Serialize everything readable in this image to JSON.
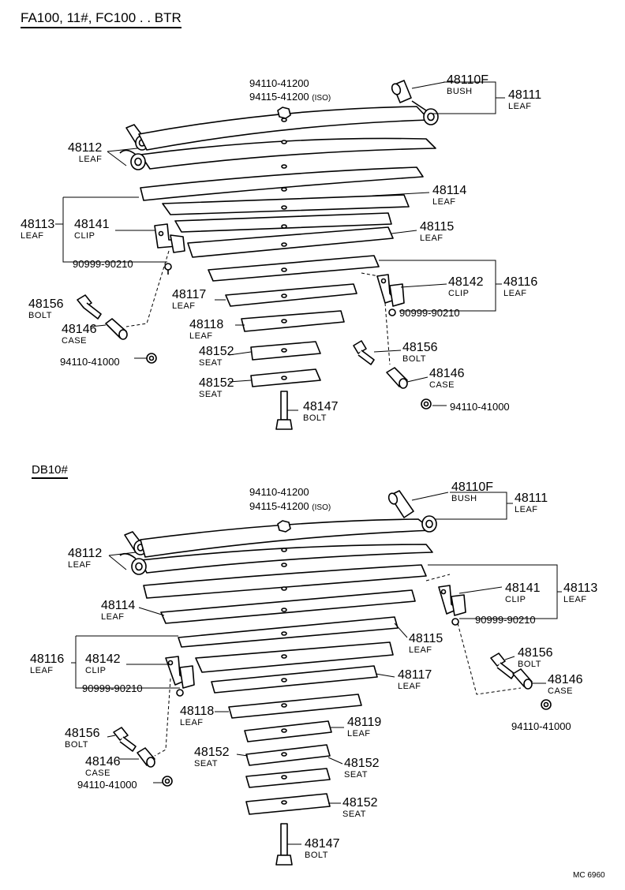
{
  "sections": [
    {
      "title": "FA100, 11#, FC100 . . BTR"
    },
    {
      "title": "DB10#"
    }
  ],
  "labels": {
    "p48110f": "48110F",
    "bush": "BUSH",
    "p48111": "48111",
    "p48112": "48112",
    "p48113": "48113",
    "p48114": "48114",
    "p48115": "48115",
    "p48116": "48116",
    "p48117": "48117",
    "p48118": "48118",
    "p48119": "48119",
    "p48141": "48141",
    "p48142": "48142",
    "p48146": "48146",
    "p48147": "48147",
    "p48152": "48152",
    "p48156": "48156",
    "leaf": "LEAF",
    "clip": "CLIP",
    "bolt": "BOLT",
    "case": "CASE",
    "seat": "SEAT",
    "c94110_41200": "94110-41200",
    "c94115_41200": "94115-41200",
    "iso": "(ISO)",
    "c90999_90210": "90999-90210",
    "c94110_41000": "94110-41000"
  },
  "footer": "MC 6960"
}
